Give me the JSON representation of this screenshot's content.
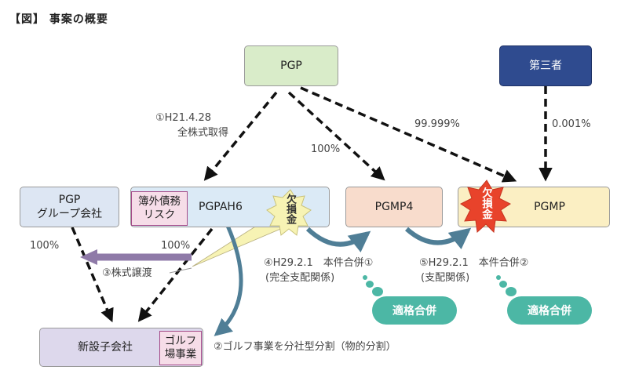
{
  "title": "【図】 事案の概要",
  "nodes": {
    "pgp": "PGP",
    "third_party": "第三者",
    "pgp_group": {
      "line1": "PGP",
      "line2": "グループ会社"
    },
    "pgpah6": "PGPAH6",
    "pgpah6_sub": {
      "line1": "簿外債務",
      "line2": "リスク"
    },
    "pgmp4": "PGMP4",
    "pgmp": "PGMP",
    "new_company": "新設子会社",
    "new_company_sub": {
      "line1": "ゴルフ",
      "line2": "場事業"
    }
  },
  "badges": {
    "loss": "欠損金"
  },
  "labels": {
    "step1_date": "①H21.4.28",
    "step1_desc": "全株式取得",
    "pct_pgp_pgmp4": "100%",
    "pct_pgp_pgmp": "99.999%",
    "pct_third": "0.001%",
    "pct_group": "100%",
    "pct_ah6": "100%",
    "step3": "③株式譲渡",
    "step4_title": "④H29.2.1　本件合併①",
    "step4_desc": "(完全支配関係)",
    "step5_title": "⑤H29.2.1　本件合併②",
    "step5_desc": "(支配関係)",
    "step2": "②ゴルフ事業を分社型分割（物的分割）"
  },
  "pills": {
    "qualified": "適格合併"
  },
  "colors": {
    "pgp": "#d9ecc9",
    "third_party": "#2f4b8f",
    "group": "#dde6f3",
    "pgpah6": "#dbeaf6",
    "pgmp4": "#f8dccc",
    "pgmp": "#fbefc3",
    "new_company": "#ddd8ec",
    "pill": "#4cb7a5",
    "curve_arrow": "#4f7e96",
    "transfer_arrow": "#8f7aa8"
  }
}
